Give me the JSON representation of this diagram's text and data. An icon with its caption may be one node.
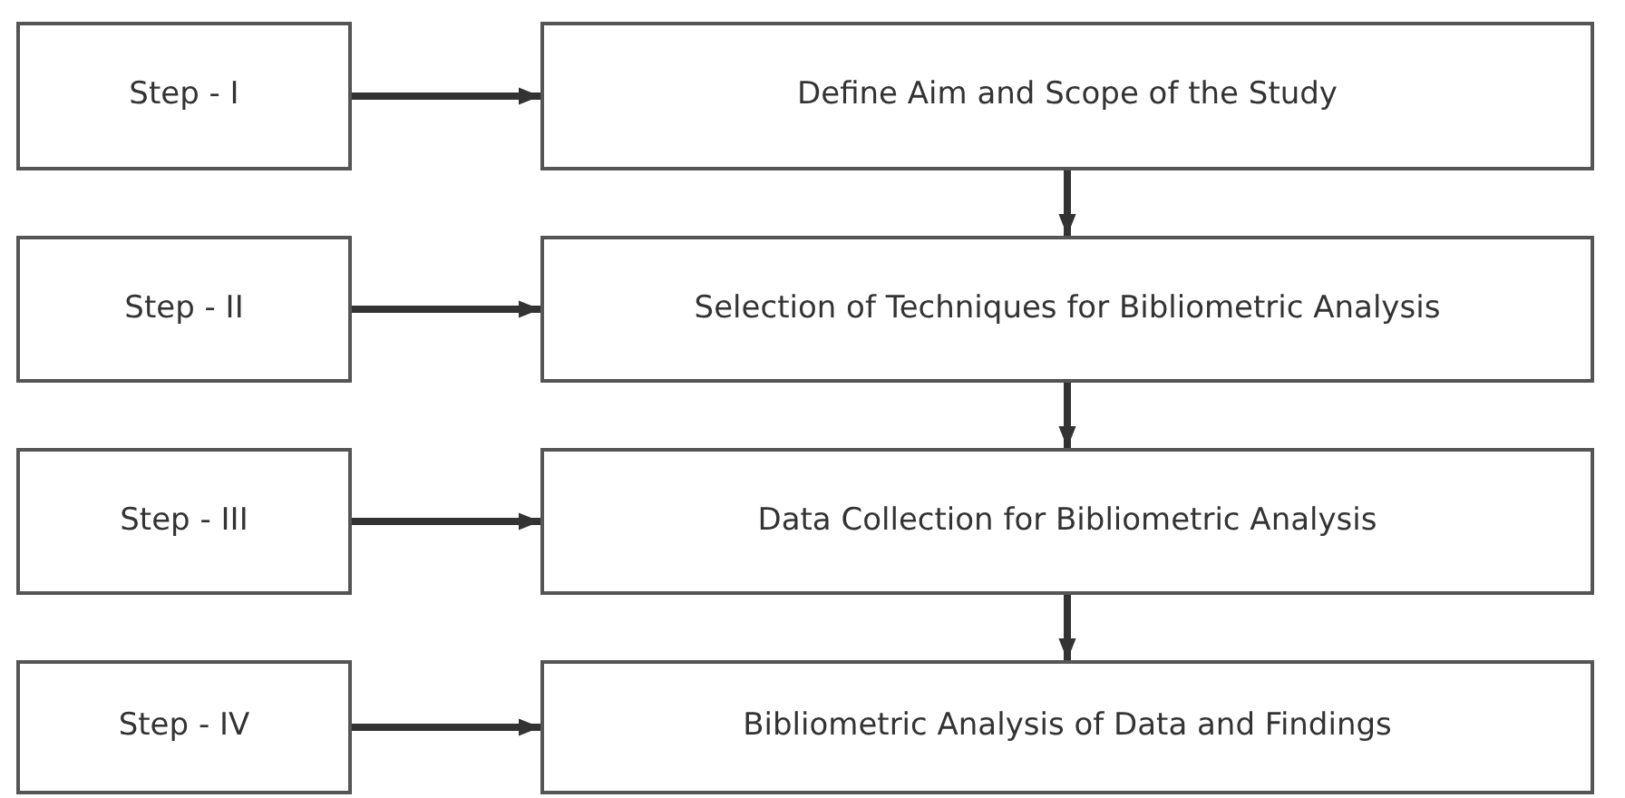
{
  "diagram": {
    "nodes": [
      {
        "text": [
          "Step - I"
        ]
      },
      {
        "text": [
          "Define Aim and Scope of the Study"
        ]
      },
      {
        "text": [
          "Step - II"
        ]
      },
      {
        "text": [
          "Selection of Techniques for Bibliometric Analysis"
        ]
      },
      {
        "text": [
          "Step - III"
        ]
      },
      {
        "text": [
          "Data Collection for Bibliometric Analysis"
        ]
      },
      {
        "text": [
          "Step - IV"
        ]
      },
      {
        "text": [
          "Bibliometric Analysis of Data and Findings"
        ]
      }
    ],
    "edges": [
      {
        "from": 0,
        "to": 1,
        "arrow": "to"
      },
      {
        "from": 1,
        "to": 3,
        "arrow": "to"
      },
      {
        "from": 2,
        "to": 3,
        "arrow": "to"
      },
      {
        "from": 3,
        "to": 5,
        "arrow": "to"
      },
      {
        "from": 4,
        "to": 5,
        "arrow": "to"
      },
      {
        "from": 5,
        "to": 7,
        "arrow": "to"
      },
      {
        "from": 6,
        "to": 7,
        "arrow": "to"
      }
    ]
  }
}
